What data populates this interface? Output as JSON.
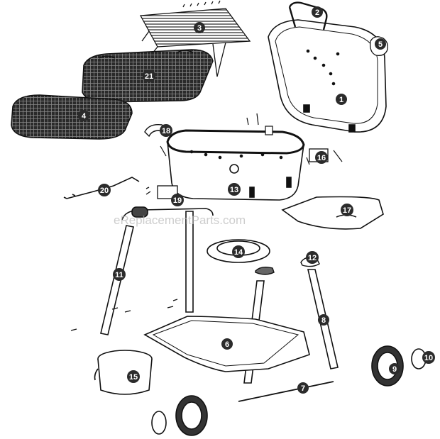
{
  "diagram": {
    "watermark": "eReplacementParts.com",
    "callouts": [
      {
        "id": "c1",
        "label": "1"
      },
      {
        "id": "c2",
        "label": "2"
      },
      {
        "id": "c3",
        "label": "3"
      },
      {
        "id": "c4",
        "label": "4"
      },
      {
        "id": "c5",
        "label": "5"
      },
      {
        "id": "c6",
        "label": "6"
      },
      {
        "id": "c7",
        "label": "7"
      },
      {
        "id": "c8",
        "label": "8"
      },
      {
        "id": "c9",
        "label": "9"
      },
      {
        "id": "c10",
        "label": "10"
      },
      {
        "id": "c11",
        "label": "11"
      },
      {
        "id": "c12",
        "label": "12"
      },
      {
        "id": "c13",
        "label": "13"
      },
      {
        "id": "c14",
        "label": "14"
      },
      {
        "id": "c15",
        "label": "15"
      },
      {
        "id": "c16",
        "label": "16"
      },
      {
        "id": "c17",
        "label": "17"
      },
      {
        "id": "c18",
        "label": "18"
      },
      {
        "id": "c19",
        "label": "19"
      },
      {
        "id": "c20",
        "label": "20"
      },
      {
        "id": "c21",
        "label": "21"
      }
    ]
  }
}
